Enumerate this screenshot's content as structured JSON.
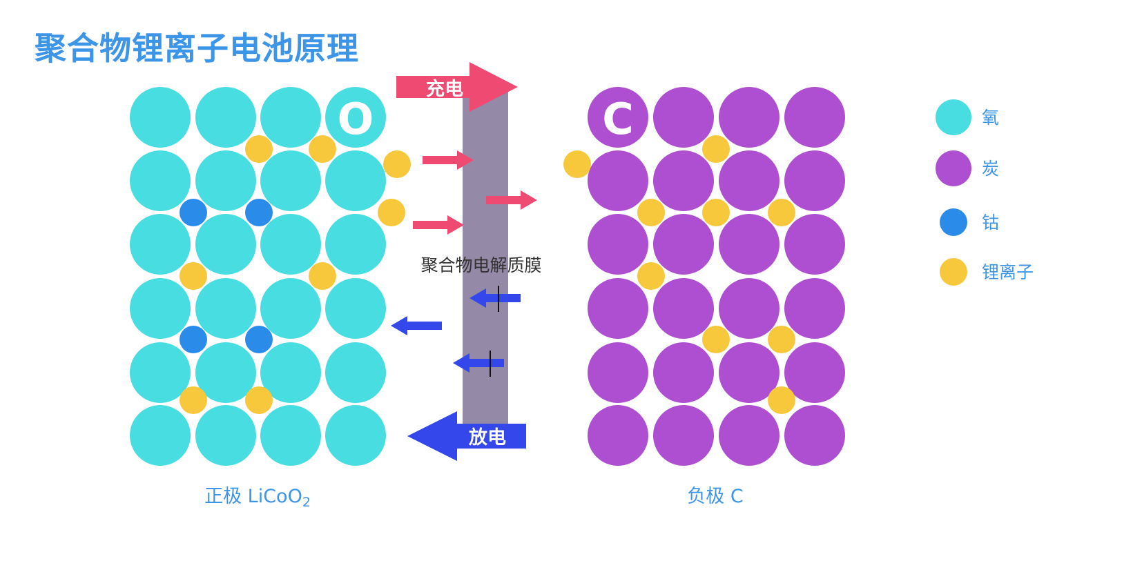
{
  "title": "聚合物锂离子电池原理",
  "colors": {
    "oxygen": "#48dde0",
    "carbon": "#ad4fd0",
    "cobalt": "#2b8be8",
    "lithium": "#f7c73c",
    "title": "#3d95e8",
    "membrane": "#948aa8",
    "charge_arrow": "#ef4a72",
    "discharge_arrow": "#3347ea",
    "axis_label": "#3d95e8"
  },
  "cathode": {
    "label": "正极 LiCoO",
    "label_subscript": "2",
    "atom_marker": "O"
  },
  "anode": {
    "label": "负极 C",
    "atom_marker": "C"
  },
  "membrane": {
    "label": "聚合物电解质膜"
  },
  "charge": {
    "label": "充电"
  },
  "discharge": {
    "label": "放电"
  },
  "legend": [
    {
      "key": "oxygen",
      "label": "氧"
    },
    {
      "key": "carbon",
      "label": "炭"
    },
    {
      "key": "cobalt",
      "label": "钴"
    },
    {
      "key": "lithium",
      "label": "锂离子"
    }
  ]
}
